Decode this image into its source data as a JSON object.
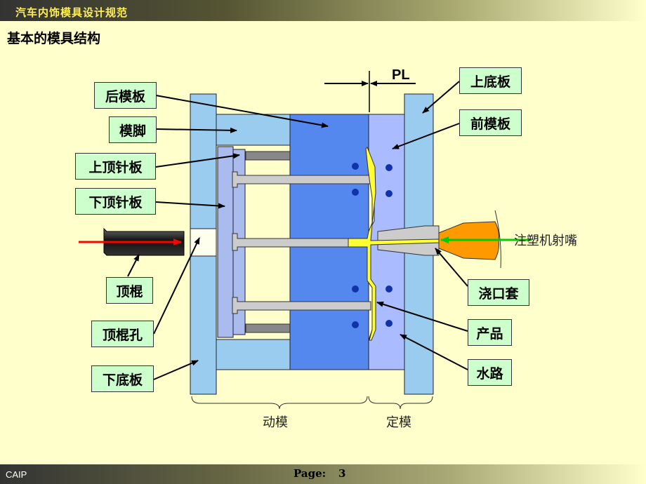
{
  "header": {
    "title": "汽车内饰模具设计规范",
    "heading": "基本的模具结构"
  },
  "diagram": {
    "parting_line": "PL",
    "labels": {
      "back_plate": "后模板",
      "mold_foot": "模脚",
      "upper_ejector_plate": "上顶针板",
      "lower_ejector_plate": "下顶针板",
      "ejector_rod": "顶棍",
      "ejector_rod_hole": "顶棍孔",
      "bottom_plate": "下底板",
      "top_plate": "上底板",
      "front_plate": "前模板",
      "nozzle": "注塑机射嘴",
      "sprue_bushing": "浇口套",
      "product": "产品",
      "water_channel": "水路",
      "moving_half": "动模",
      "fixed_half": "定模"
    },
    "colors": {
      "plate_light": "#99ccee",
      "plate_mid": "#aabbee",
      "back_plate": "#5588ee",
      "front_plate": "#aabbff",
      "product": "#ffff33",
      "nozzle": "#ff9900",
      "arrow_red": "#ff0000",
      "arrow_green": "#00cc00",
      "water_dot": "#1133aa"
    }
  },
  "footer": {
    "left": "CAIP",
    "page_label": "Page:",
    "page_number": "3"
  }
}
